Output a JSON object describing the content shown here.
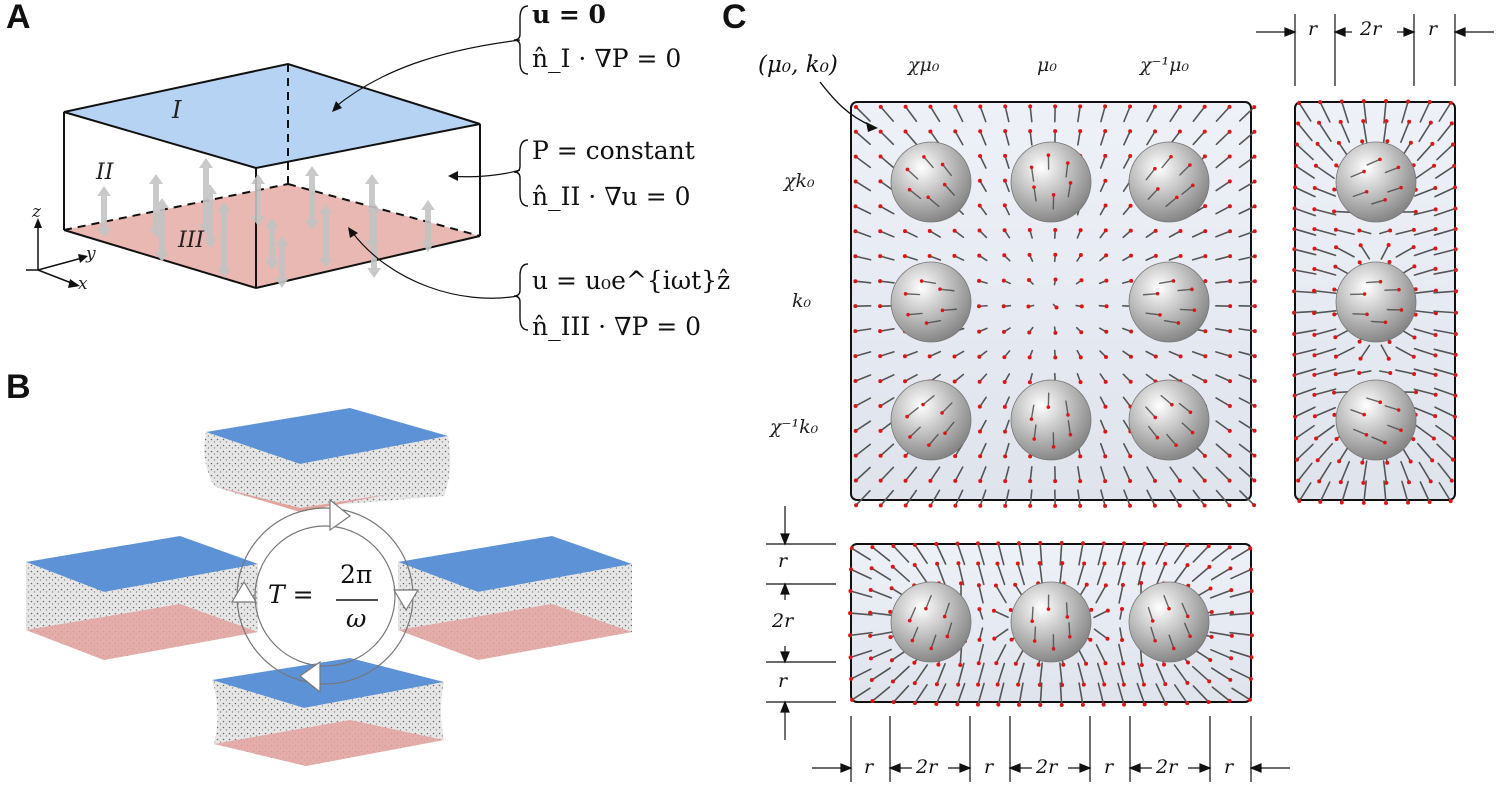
{
  "panels": {
    "a": "A",
    "b": "B",
    "c": "C"
  },
  "panel_a": {
    "regions": [
      "I",
      "II",
      "III"
    ],
    "axes": [
      "z",
      "y",
      "x"
    ],
    "bc_top": [
      "u = 0",
      "n̂_I · ∇P = 0"
    ],
    "bc_side": [
      "P = constant",
      "n̂_II · ∇u = 0"
    ],
    "bc_bottom": [
      "u = u₀e^{iωt}ẑ",
      "n̂_III · ∇P = 0"
    ],
    "colors": {
      "top": "#b7d3f4",
      "bottom": "#e9b8b2",
      "arrow": "#c4c4c4"
    }
  },
  "panel_b": {
    "period_lhs": "T =",
    "period_num": "2π",
    "period_den": "ω",
    "colors": {
      "top": "#5e92d6",
      "bottom": "#e3a29d",
      "side": "#9a9a9a"
    }
  },
  "panel_c": {
    "corner_label": "(μ₀, k₀)",
    "col_labels": [
      "χμ₀",
      "μ₀",
      "χ⁻¹μ₀"
    ],
    "row_labels": [
      "χk₀",
      "k₀",
      "χ⁻¹k₀"
    ],
    "dims_bottom": [
      "r",
      "2r",
      "r",
      "2r",
      "r",
      "2r",
      "r"
    ],
    "dims_right_top": [
      "r",
      "2r",
      "r"
    ],
    "dims_left": [
      "r",
      "2r",
      "r"
    ],
    "colors": {
      "panel_bg": "#e4e8f1",
      "arrow_tip": "#d81818",
      "arrow_shaft": "#555555",
      "sphere": "#b5b5b5"
    }
  }
}
